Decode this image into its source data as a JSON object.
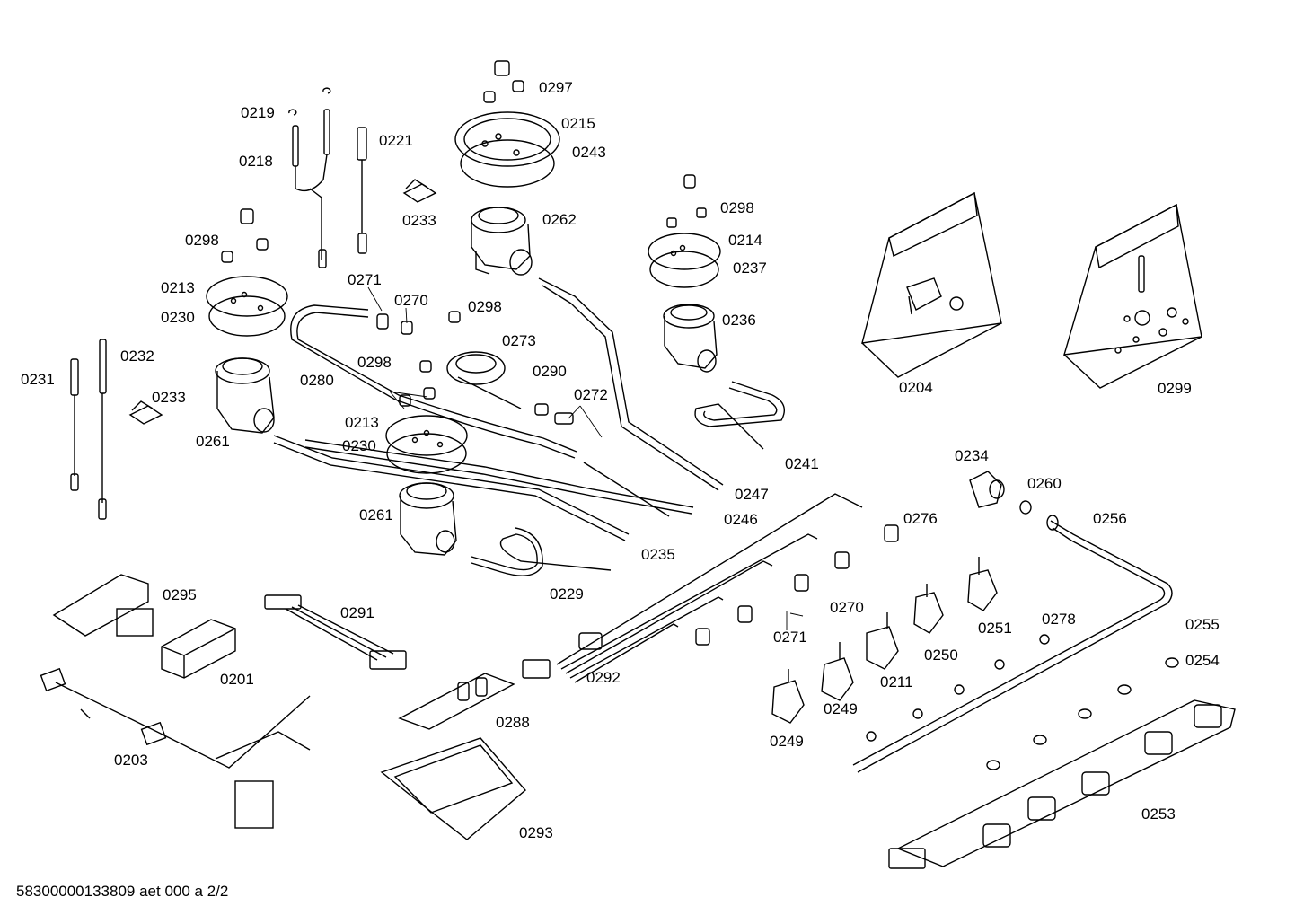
{
  "footer": "58300000133809 aet 000 a 2/2",
  "labels": {
    "l0297": "0297",
    "l0219": "0219",
    "l0215": "0215",
    "l0221": "0221",
    "l0243": "0243",
    "l0218": "0218",
    "l0233a": "0233",
    "l0262": "0262",
    "l0298a": "0298",
    "l0214": "0214",
    "l0298b": "0298",
    "l0237": "0237",
    "l0213a": "0213",
    "l0271a": "0271",
    "l0270a": "0270",
    "l0298c": "0298",
    "l0230a": "0230",
    "l0236": "0236",
    "l0273": "0273",
    "l0232": "0232",
    "l0231": "0231",
    "l0298d": "0298",
    "l0290": "0290",
    "l0280": "0280",
    "l0233b": "0233",
    "l0272": "0272",
    "l0204": "0204",
    "l0299": "0299",
    "l0213b": "0213",
    "l0230b": "0230",
    "l0261a": "0261",
    "l0241": "0241",
    "l0234": "0234",
    "l0247": "0247",
    "l0260": "0260",
    "l0261b": "0261",
    "l0246": "0246",
    "l0276": "0276",
    "l0256": "0256",
    "l0235": "0235",
    "l0229": "0229",
    "l0295": "0295",
    "l0270b": "0270",
    "l0291": "0291",
    "l0251": "0251",
    "l0278": "0278",
    "l0255": "0255",
    "l0271b": "0271",
    "l0201": "0201",
    "l0250": "0250",
    "l0254": "0254",
    "l0292": "0292",
    "l0211": "0211",
    "l0249a": "0249",
    "l0288": "0288",
    "l0249b": "0249",
    "l0203": "0203",
    "l0253": "0253",
    "l0293": "0293"
  }
}
